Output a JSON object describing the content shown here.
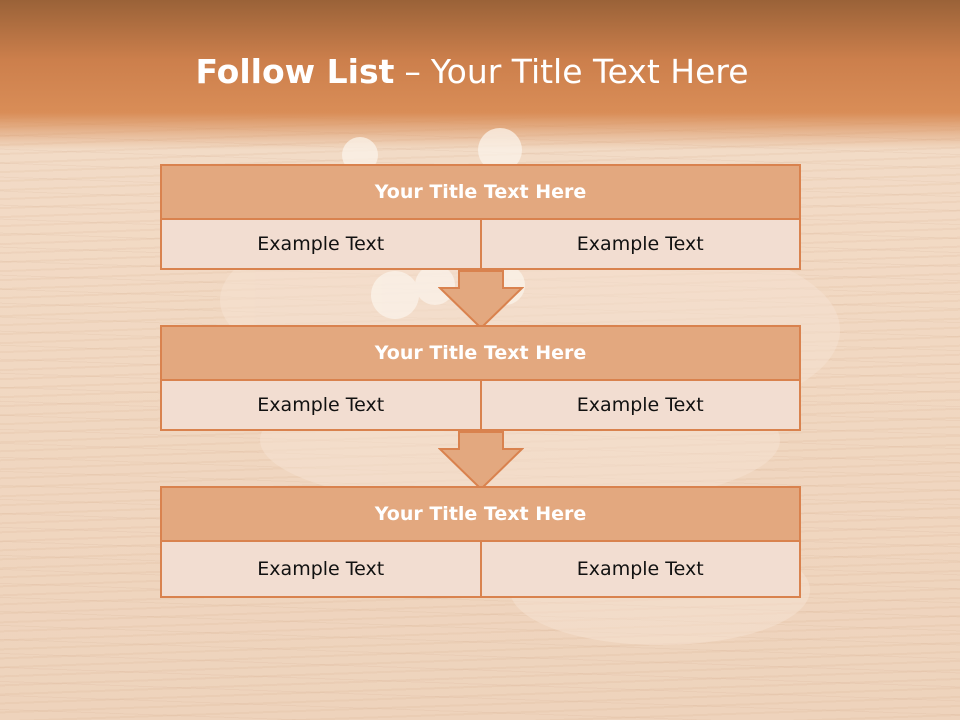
{
  "slide": {
    "title_bold": "Follow List",
    "title_separator": "–",
    "title_rest": "Your Title Text Here"
  },
  "blocks": [
    {
      "title": "Your Title Text Here",
      "left": "Example Text",
      "right": "Example Text"
    },
    {
      "title": "Your Title Text Here",
      "left": "Example Text",
      "right": "Example Text"
    },
    {
      "title": "Your Title Text Here",
      "left": "Example Text",
      "right": "Example Text"
    }
  ],
  "colors": {
    "header": "#cc7f4c",
    "block_header_fill": "#e3a87f",
    "block_border": "#d9824e",
    "cell_fill": "#f2ddd1"
  }
}
